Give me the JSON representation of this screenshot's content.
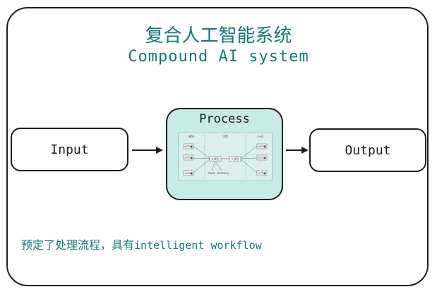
{
  "diagram": {
    "title_cn": "复合人工智能系统",
    "title_en": "Compound AI system",
    "nodes": {
      "input": "Input",
      "process": "Process",
      "output": "Output"
    },
    "process_thumbnail": {
      "columns": [
        "感知",
        "决策",
        "行动"
      ],
      "left_cells": [
        "动作■",
        "动作■",
        "动作■"
      ],
      "center_cells": [
        "大模型",
        "大模型"
      ],
      "right_cells": [
        "动作■",
        "动作■",
        "动作■"
      ],
      "bottom_labels": [
        "tools",
        "memory"
      ]
    },
    "note_cn": "预定了处理流程，具有",
    "note_en": "intelligent workflow",
    "colors": {
      "accent": "#0f7a7a",
      "process_fill": "#c7ebe6",
      "stroke": "#1e1e1e"
    }
  }
}
